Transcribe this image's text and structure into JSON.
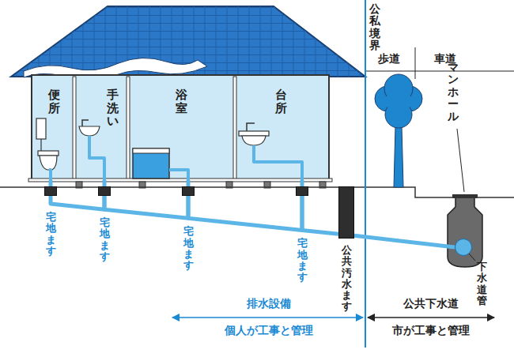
{
  "diagram": {
    "nodes": [
      {
        "text": [
          "便所"
        ]
      },
      {
        "text": [
          "手洗い"
        ]
      },
      {
        "text": [
          "浴室"
        ]
      },
      {
        "text": [
          "台所"
        ]
      },
      {
        "text": [
          "宅地ます"
        ]
      },
      {
        "text": [
          "宅地ます"
        ]
      },
      {
        "text": [
          "宅地ます"
        ]
      },
      {
        "text": [
          "宅地ます"
        ]
      },
      {
        "text": [
          "公共汚水ます"
        ]
      },
      {
        "text": [
          "下水道管"
        ]
      }
    ],
    "edges": [
      {
        "from": 0,
        "to": 4,
        "arrow": "none"
      },
      {
        "from": 1,
        "to": 5,
        "arrow": "none"
      },
      {
        "from": 2,
        "to": 6,
        "arrow": "none"
      },
      {
        "from": 3,
        "to": 7,
        "arrow": "none"
      },
      {
        "from": 4,
        "to": 5,
        "arrow": "none"
      },
      {
        "from": 5,
        "to": 6,
        "arrow": "none"
      },
      {
        "from": 6,
        "to": 7,
        "arrow": "none"
      },
      {
        "from": 7,
        "to": 8,
        "arrow": "none"
      },
      {
        "from": 8,
        "to": 9,
        "arrow": "none"
      }
    ],
    "labels": [
      "公私境界",
      "歩道",
      "車道",
      "マンホール",
      "排水設備",
      "個人が工事と管理",
      "公共下水道",
      "市が工事と管理"
    ]
  }
}
